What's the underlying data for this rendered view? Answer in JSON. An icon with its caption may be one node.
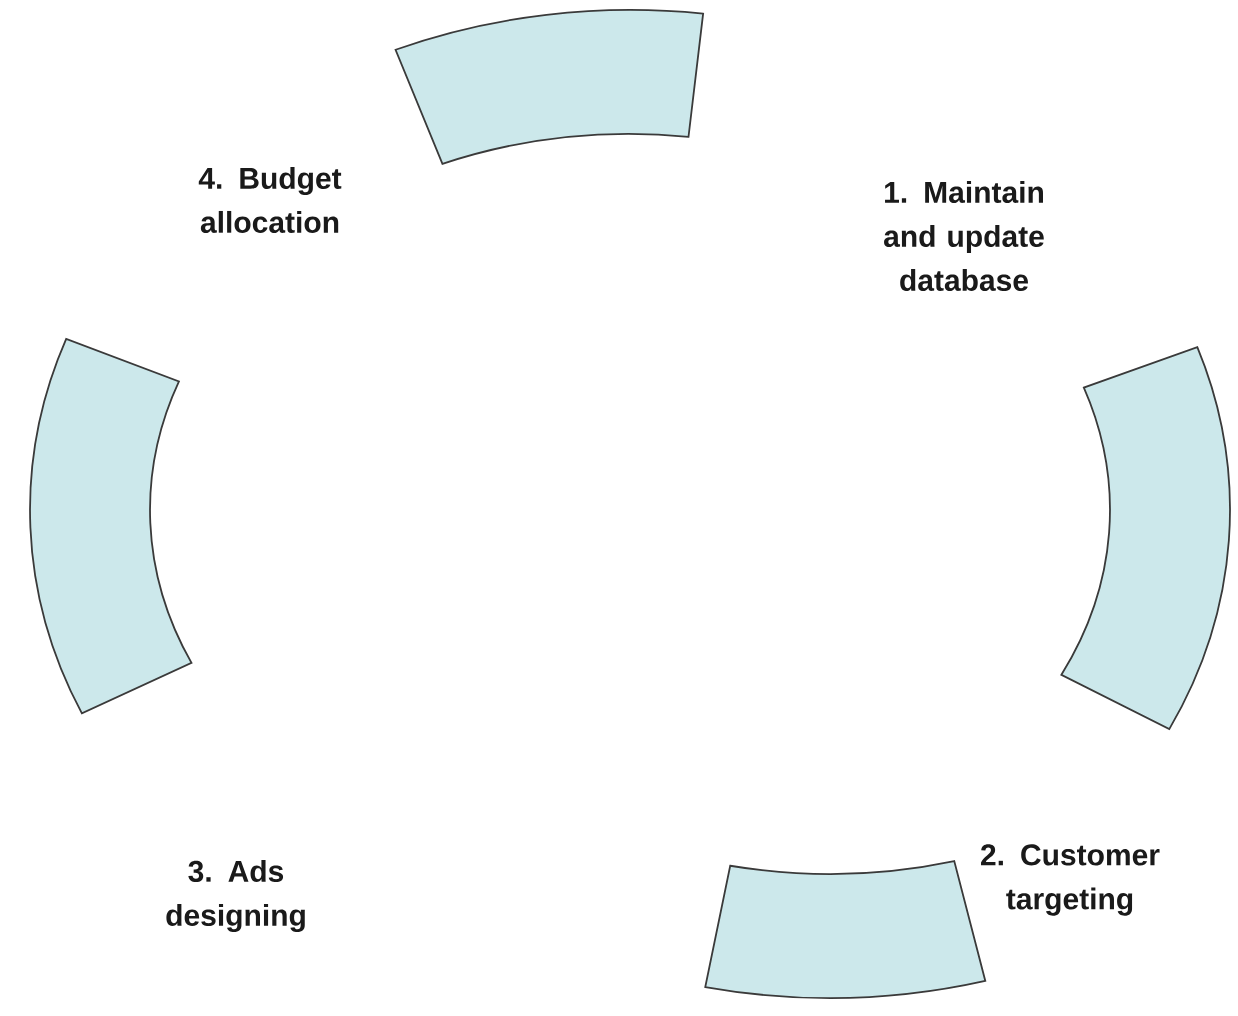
{
  "diagram": {
    "nodes": [
      {
        "text": [],
        "shape": "arc"
      },
      {
        "text": [],
        "shape": "arc"
      },
      {
        "text": [],
        "shape": "arc"
      },
      {
        "text": [],
        "shape": "arc"
      }
    ],
    "labels": [
      "4. Budget allocation",
      "1. Maintain and update database",
      "3. Ads designing",
      "2. Customer targeting"
    ]
  }
}
